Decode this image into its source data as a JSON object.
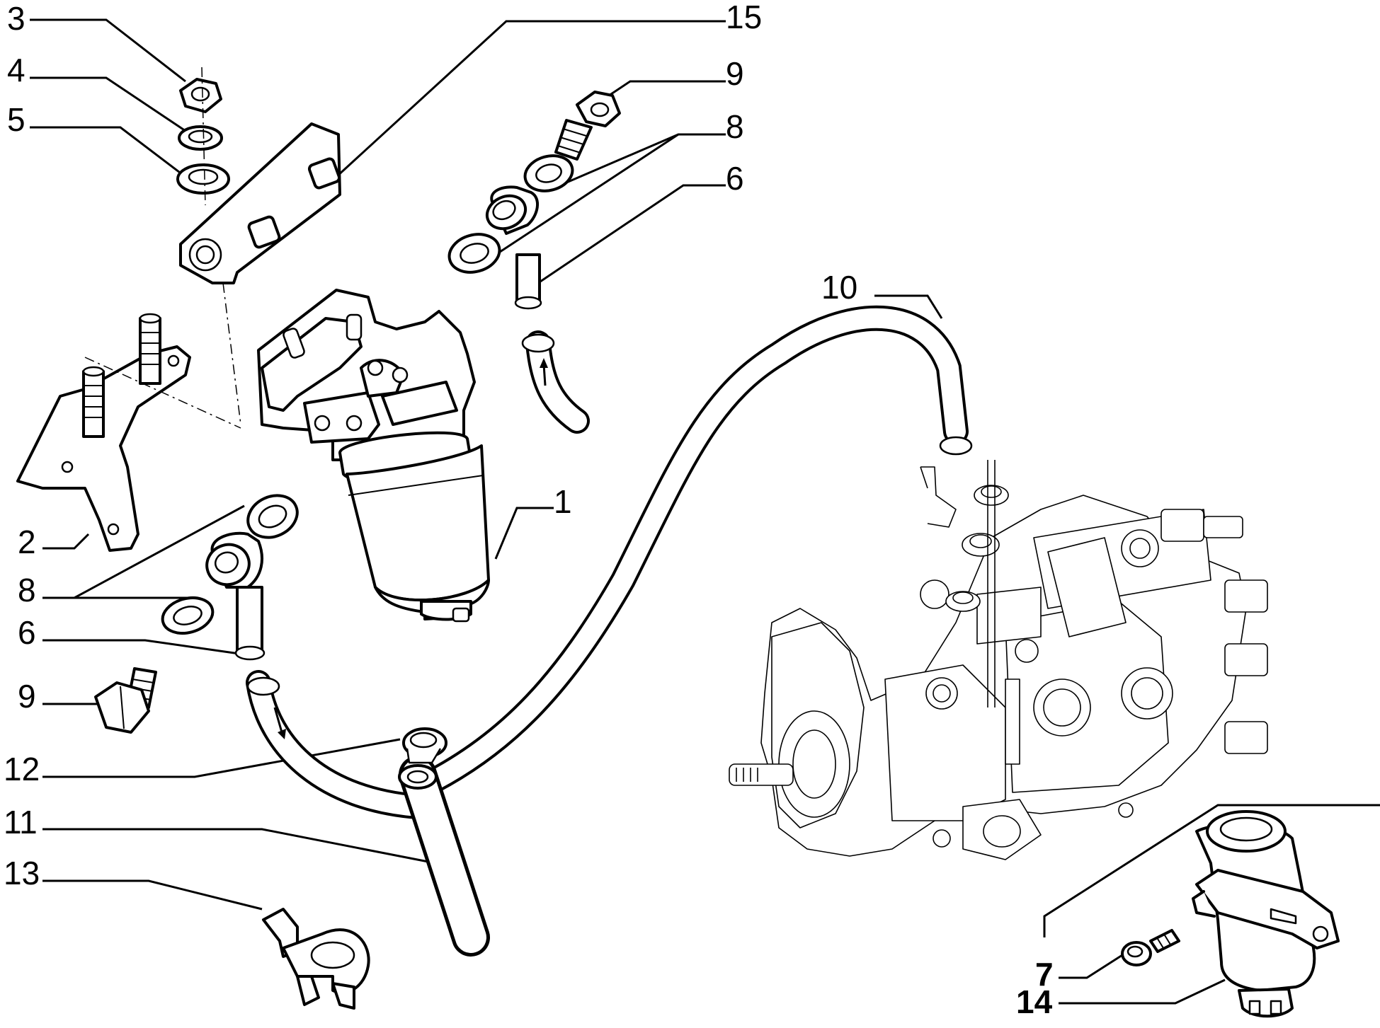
{
  "callouts": {
    "c1": "1",
    "c2": "2",
    "c3": "3",
    "c4": "4",
    "c5": "5",
    "c6a": "6",
    "c6b": "6",
    "c7": "7",
    "c8a": "8",
    "c8b": "8",
    "c9a": "9",
    "c9b": "9",
    "c10": "10",
    "c11": "11",
    "c12": "12",
    "c13": "13",
    "c14": "14",
    "c15": "15"
  }
}
